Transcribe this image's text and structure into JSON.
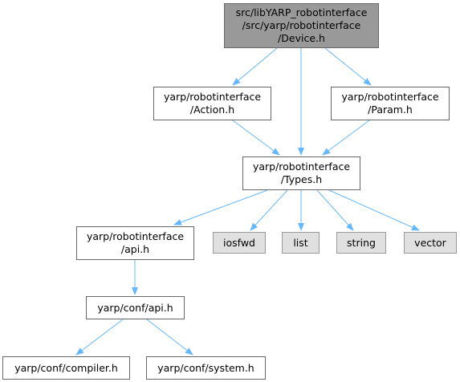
{
  "colors": {
    "edge": "#63b8ff",
    "root_fill": "#999999",
    "node_fill": "#ffffff",
    "external_fill": "#e0e0e0",
    "border": "#666666"
  },
  "nodes": {
    "device_h": {
      "lines": [
        "src/libYARP_robotinterface",
        "/src/yarp/robotinterface",
        "/Device.h"
      ]
    },
    "action_h": {
      "lines": [
        "yarp/robotinterface",
        "/Action.h"
      ]
    },
    "param_h": {
      "lines": [
        "yarp/robotinterface",
        "/Param.h"
      ]
    },
    "types_h": {
      "lines": [
        "yarp/robotinterface",
        "/Types.h"
      ]
    },
    "ri_api_h": {
      "lines": [
        "yarp/robotinterface",
        "/api.h"
      ]
    },
    "iosfwd": {
      "lines": [
        "iosfwd"
      ]
    },
    "list": {
      "lines": [
        "list"
      ]
    },
    "string": {
      "lines": [
        "string"
      ]
    },
    "vector": {
      "lines": [
        "vector"
      ]
    },
    "conf_api_h": {
      "lines": [
        "yarp/conf/api.h"
      ]
    },
    "compiler_h": {
      "lines": [
        "yarp/conf/compiler.h"
      ]
    },
    "system_h": {
      "lines": [
        "yarp/conf/system.h"
      ]
    }
  }
}
